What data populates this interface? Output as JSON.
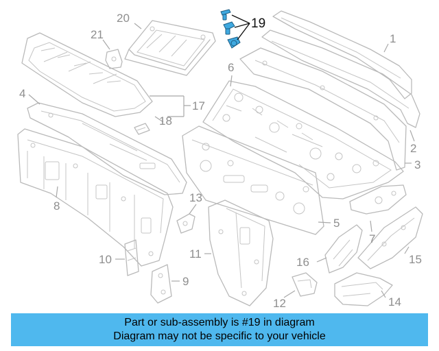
{
  "diagram": {
    "callouts": [
      "1",
      "2",
      "3",
      "4",
      "5",
      "6",
      "7",
      "8",
      "9",
      "10",
      "11",
      "12",
      "13",
      "14",
      "15",
      "16",
      "17",
      "18",
      "19",
      "20",
      "21"
    ],
    "highlighted_callout": "19",
    "highlight_color": "#3fa9e0"
  },
  "banner": {
    "line1": "Part or sub-assembly is #19 in diagram",
    "line2": "Diagram may not be specific to your vehicle",
    "background": "#4fb8ee"
  }
}
